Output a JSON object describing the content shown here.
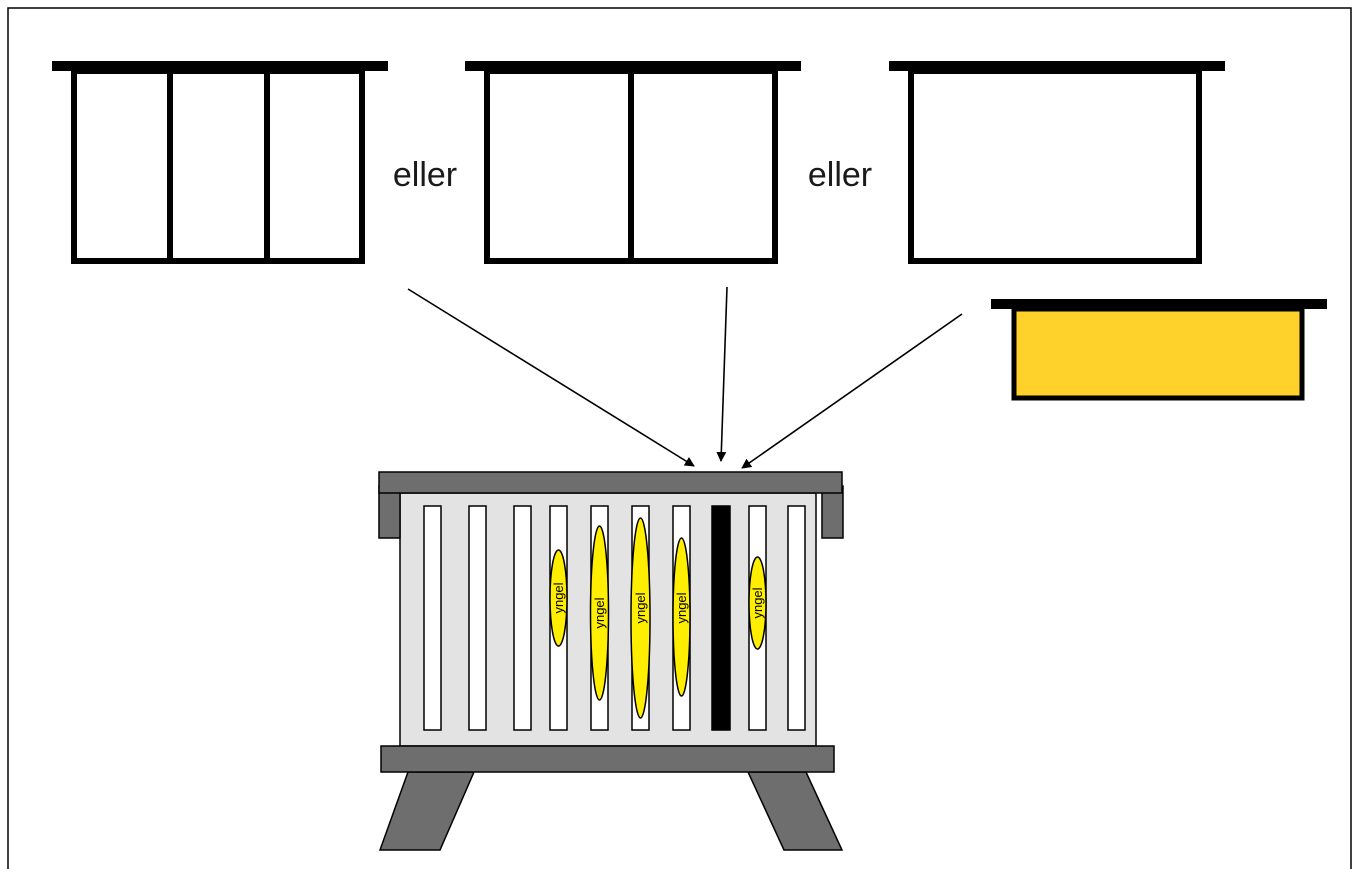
{
  "labels": {
    "option_separator_1": "eller",
    "option_separator_2": "eller",
    "brood_label": "yngel"
  },
  "colors": {
    "frame_stroke": "#000000",
    "hive_gray": "#6e6e6e",
    "hive_body": "#e3e3e3",
    "brood_yellow": "#ffee00",
    "honey_box_fill": "#ffd12a",
    "divider_board": "#000000"
  },
  "brood_frames": [
    {
      "label": "yngel"
    },
    {
      "label": "yngel"
    },
    {
      "label": "yngel"
    },
    {
      "label": "yngel"
    },
    {
      "label": "yngel"
    }
  ]
}
